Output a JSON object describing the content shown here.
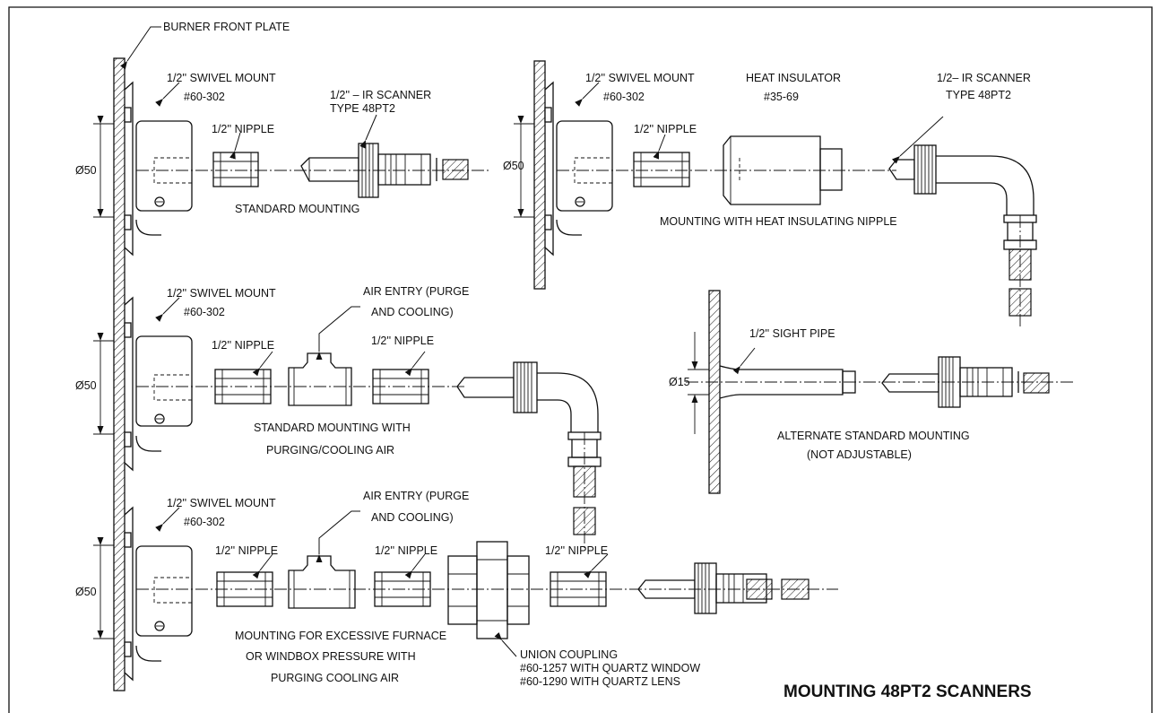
{
  "title": "MOUNTING 48PT2 SCANNERS",
  "labels": {
    "burner_front_plate": "BURNER FRONT PLATE",
    "swivel_mount": "1/2'' SWIVEL MOUNT",
    "swivel_part": "#60-302",
    "nipple": "1/2'' NIPPLE",
    "ir_scanner_1": "1/2'' – IR SCANNER",
    "ir_scanner_2": "TYPE 48PT2",
    "ir_scanner_alt_1": "1/2– IR SCANNER",
    "ir_scanner_alt_2": "TYPE 48PT2",
    "standard_mounting": "STANDARD MOUNTING",
    "heat_insulator": "HEAT INSULATOR",
    "heat_insulator_part": "#35-69",
    "heat_insulating_mounting": "MOUNTING WITH HEAT INSULATING NIPPLE",
    "air_entry_1": "AIR ENTRY (PURGE",
    "air_entry_2": "AND COOLING)",
    "std_purging_1": "STANDARD MOUNTING WITH",
    "std_purging_2": "PURGING/COOLING AIR",
    "sight_pipe": "1/2'' SIGHT PIPE",
    "alt_mounting_1": "ALTERNATE STANDARD MOUNTING",
    "alt_mounting_2": "(NOT ADJUSTABLE)",
    "excessive_1": "MOUNTING FOR EXCESSIVE FURNACE",
    "excessive_2": "OR WINDBOX PRESSURE WITH",
    "excessive_3": "PURGING COOLING AIR",
    "union_1": "UNION COUPLING",
    "union_2": "#60-1257 WITH QUARTZ WINDOW",
    "union_3": "#60-1290 WITH QUARTZ LENS",
    "dia_50": "Ø50",
    "dia_15": "Ø15"
  }
}
